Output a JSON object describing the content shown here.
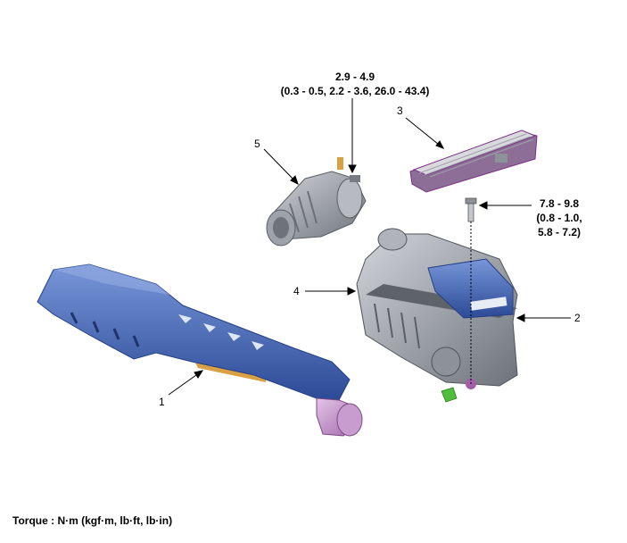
{
  "parts": [
    {
      "number": "1"
    },
    {
      "number": "2"
    },
    {
      "number": "3"
    },
    {
      "number": "4"
    },
    {
      "number": "5"
    }
  ],
  "torque_specs": {
    "throttle_clamp": {
      "line1": "2.9 - 4.9",
      "line2": "(0.3 - 0.5, 2.2 - 3.6, 26.0 - 43.4)"
    },
    "housing_bolt": {
      "line1": "7.8 - 9.8",
      "line2": "(0.8 - 1.0,",
      "line3": "5.8 - 7.2)"
    }
  },
  "legend": "Torque : N·m (kgf·m, lb·ft, lb·in)",
  "colors": {
    "blue_part": "#3f63b3",
    "blue_dark": "#243f85",
    "gray_part": "#8d9198",
    "gray_light": "#c4c7cc",
    "purple_part": "#a35dab",
    "orange_part": "#d9a044",
    "green_part": "#4fbf3a"
  }
}
